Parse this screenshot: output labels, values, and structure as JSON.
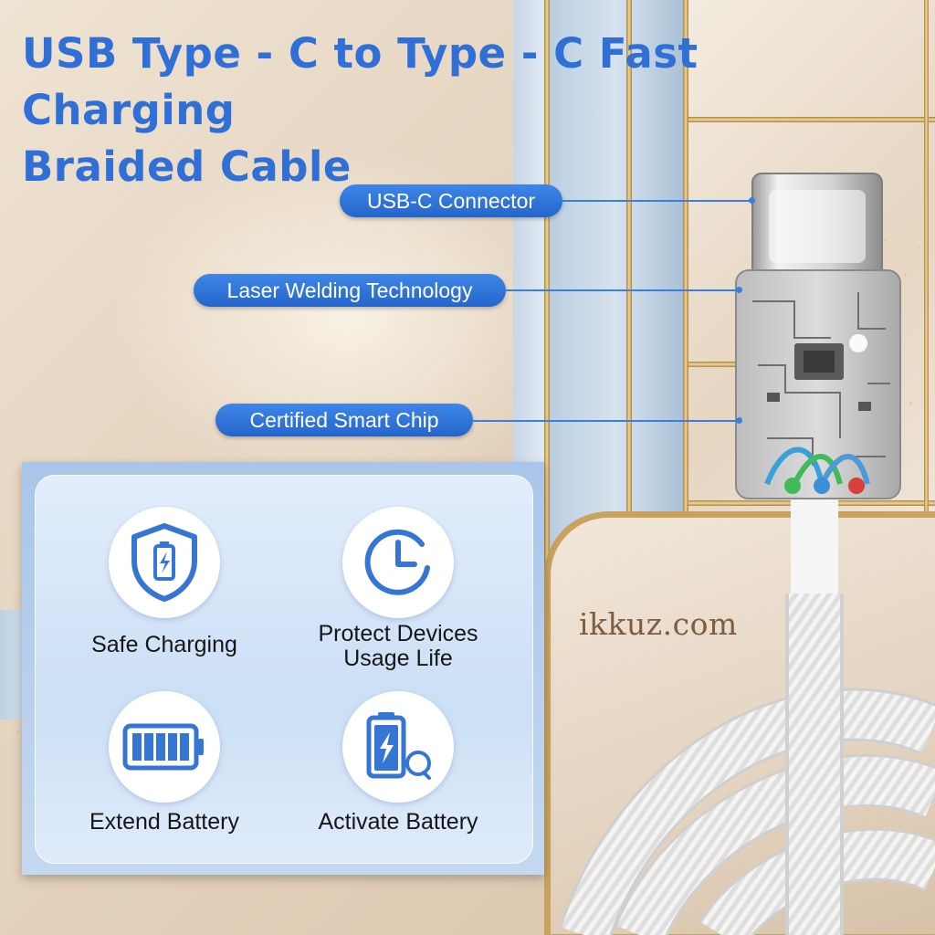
{
  "title": {
    "line1": "USB Type - C to Type - C Fast Charging",
    "line2": "Braided Cable"
  },
  "callouts": {
    "connector": "USB-C Connector",
    "welding": "Laser Welding Technology",
    "chip": "Certified Smart Chip"
  },
  "features": [
    {
      "label": "Safe Charging",
      "icon": "shield-battery-icon"
    },
    {
      "label_line1": "Protect Devices",
      "label_line2": "Usage Life",
      "icon": "clock-icon"
    },
    {
      "label": "Extend Battery",
      "icon": "battery-full-icon"
    },
    {
      "label": "Activate Battery",
      "icon": "battery-charging-icon"
    }
  ],
  "watermark": "ikkuz.com",
  "colors": {
    "accent": "#2f6fd6",
    "callout": "#2f73d8",
    "icon": "#3576d4",
    "card": "#c4d8f0"
  }
}
